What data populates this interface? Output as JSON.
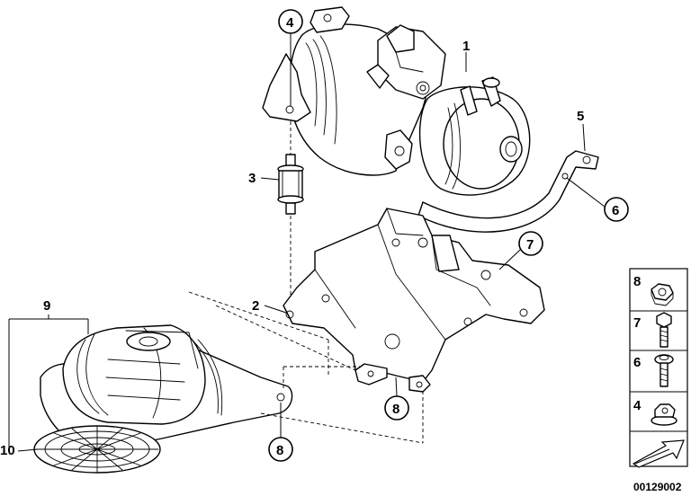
{
  "callouts": {
    "c1": "1",
    "c2": "2",
    "c3": "3",
    "c4": "4",
    "c5": "5",
    "c6": "6",
    "c7": "7",
    "c8a": "8",
    "c8b": "8",
    "c9": "9",
    "c10": "10"
  },
  "legend": {
    "items": [
      {
        "number": "8",
        "part": "hex-nut"
      },
      {
        "number": "7",
        "part": "hex-bolt"
      },
      {
        "number": "6",
        "part": "torx-bolt"
      },
      {
        "number": "4",
        "part": "flange-nut"
      }
    ],
    "diagram_code": "00129002"
  }
}
